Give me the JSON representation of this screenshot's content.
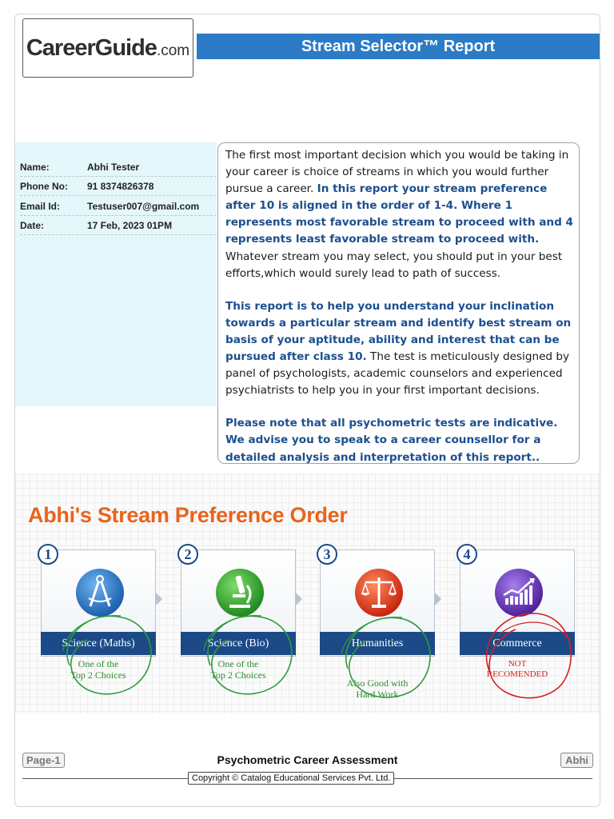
{
  "header": {
    "logo_text": "CareerGuide",
    "logo_suffix": ".com",
    "report_title": "Stream Selector™ Report"
  },
  "profile": [
    {
      "label": "Name:",
      "value": "Abhi Tester"
    },
    {
      "label": "Phone No:",
      "value": "91 8374826378"
    },
    {
      "label": "Email Id:",
      "value": "Testuser007@gmail.com"
    },
    {
      "label": "Date:",
      "value": "17 Feb, 2023 01PM"
    }
  ],
  "intro": {
    "p1_a": "The first most important decision which you would be taking in your career is choice of streams in which you would further pursue a career. ",
    "p1_b": "In this report your stream preference after 10 is aligned in the order of 1-4. Where 1 represents most favorable stream to proceed with and 4 represents least favorable stream to proceed with.",
    "p1_c": " Whatever stream you may select, you should put in your best efforts,which would surely lead to path of success.",
    "p2_a": "This report is to help you understand your inclination towards a particular stream and identify best stream on basis of your aptitude, ability and interest that can be pursued after class 10.",
    "p2_b": " The test is meticulously designed by panel of psychologists, academic counselors and experienced psychiatrists to help you in your first important decisions.",
    "p3": "Please note that all psychometric tests are indicative. We advise you to speak to a career counsellor for a detailed analysis and interpretation of this report.."
  },
  "preference": {
    "title": "Abhi's Stream Preference Order",
    "streams": [
      {
        "rank": "1",
        "name": "Science (Maths)",
        "note_line1": "One of the",
        "note_line2": "Top 2 Choices",
        "icon": "compass-icon",
        "icon_color": "#1e6fc4",
        "note_color": "#2e8b2e"
      },
      {
        "rank": "2",
        "name": "Science (Bio)",
        "note_line1": "One of the",
        "note_line2": "Top 2 Choices",
        "icon": "microscope-icon",
        "icon_color": "#2a9a2a",
        "note_color": "#2e8b2e"
      },
      {
        "rank": "3",
        "name": "Humanities",
        "note_line1": "Also Good with",
        "note_line2": "Hard Work",
        "icon": "scales-icon",
        "icon_color": "#d9361b",
        "note_color": "#2e8b2e"
      },
      {
        "rank": "4",
        "name": "Commerce",
        "note_line1": "NOT",
        "note_line2": "RECOMENDED",
        "icon": "growth-chart-icon",
        "icon_color": "#6a35b8",
        "note_color": "#d42020"
      }
    ]
  },
  "footer": {
    "page_label": "Page-1",
    "assessment": "Psychometric Career Assessment",
    "name": "Abhi",
    "copyright": "Copyright © Catalog Educational Services Pvt. Ltd."
  }
}
